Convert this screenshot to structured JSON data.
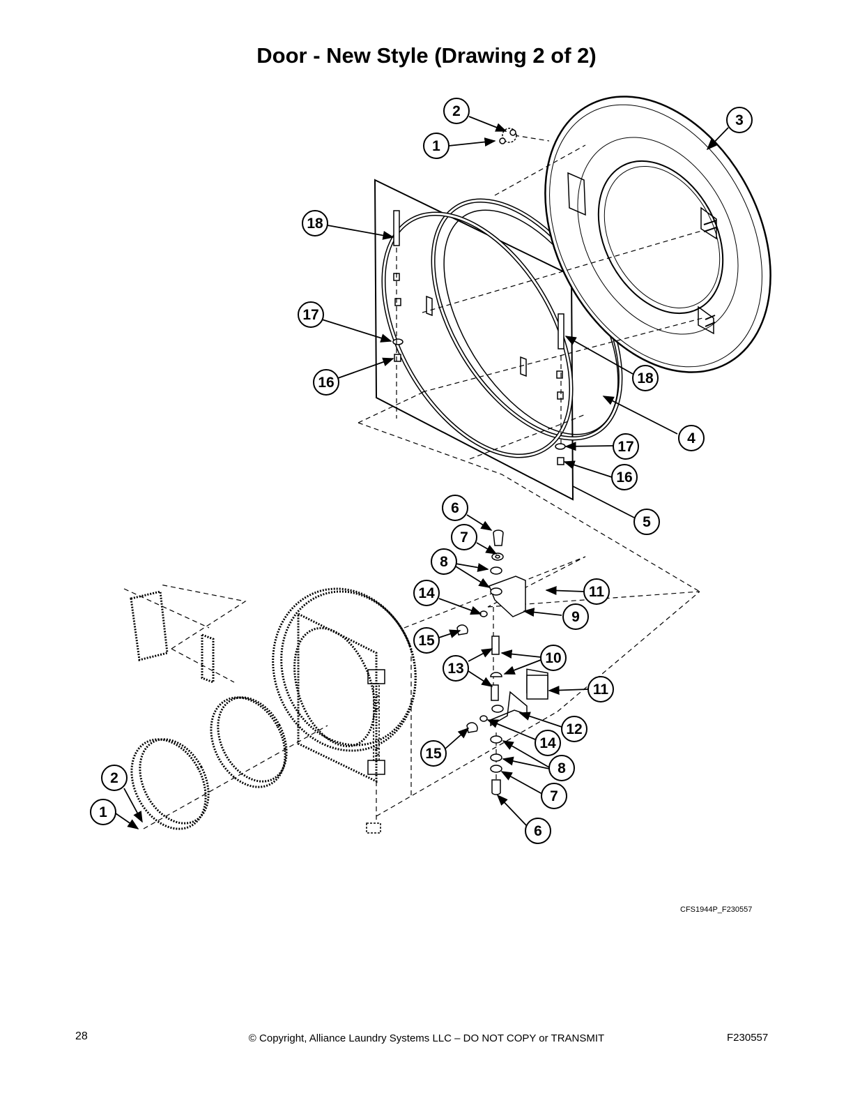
{
  "title": "Door - New Style (Drawing 2 of 2)",
  "figure_code": "CFS1944P_F230557",
  "footer": {
    "page_number": "28",
    "copyright": "© Copyright, Alliance Laundry Systems LLC – DO NOT COPY or TRANSMIT",
    "doc_id": "F230557"
  },
  "callouts": [
    {
      "label": "1"
    },
    {
      "label": "2"
    },
    {
      "label": "3"
    },
    {
      "label": "18"
    },
    {
      "label": "17"
    },
    {
      "label": "16"
    },
    {
      "label": "18"
    },
    {
      "label": "4"
    },
    {
      "label": "17"
    },
    {
      "label": "16"
    },
    {
      "label": "5"
    },
    {
      "label": "6"
    },
    {
      "label": "7"
    },
    {
      "label": "8"
    },
    {
      "label": "11"
    },
    {
      "label": "14"
    },
    {
      "label": "9"
    },
    {
      "label": "15"
    },
    {
      "label": "10"
    },
    {
      "label": "13"
    },
    {
      "label": "11"
    },
    {
      "label": "12"
    },
    {
      "label": "14"
    },
    {
      "label": "15"
    },
    {
      "label": "8"
    },
    {
      "label": "7"
    },
    {
      "label": "6"
    },
    {
      "label": "2"
    },
    {
      "label": "1"
    }
  ]
}
